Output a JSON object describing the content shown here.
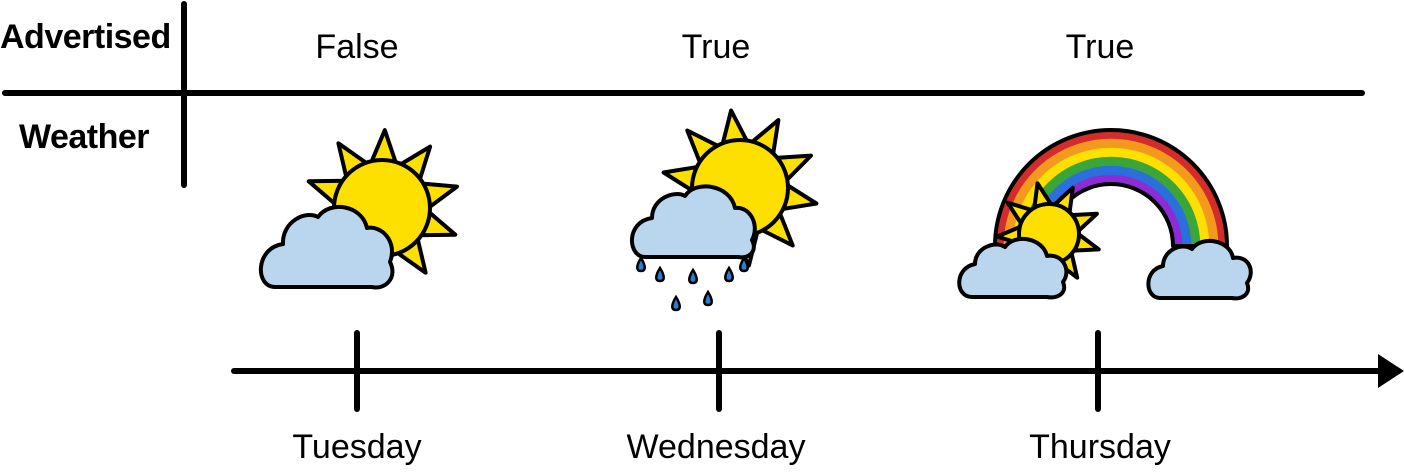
{
  "rows": {
    "advertised_label": "Advertised",
    "weather_label": "Weather"
  },
  "columns": [
    {
      "advertised": "False",
      "weather_icon": "sun-behind-cloud-icon",
      "day": "Tuesday"
    },
    {
      "advertised": "True",
      "weather_icon": "sun-behind-rain-cloud-icon",
      "day": "Wednesday"
    },
    {
      "advertised": "True",
      "weather_icon": "rainbow-with-sun-and-clouds-icon",
      "day": "Thursday"
    }
  ],
  "colors": {
    "sun": "#fde000",
    "cloud": "#b9d6ee",
    "raindrop": "#2a7fd4",
    "outline": "#000000",
    "rainbow": [
      "#d42b2b",
      "#f39a1e",
      "#fde000",
      "#3aa63a",
      "#2a6fdc",
      "#8e2bd4"
    ]
  }
}
